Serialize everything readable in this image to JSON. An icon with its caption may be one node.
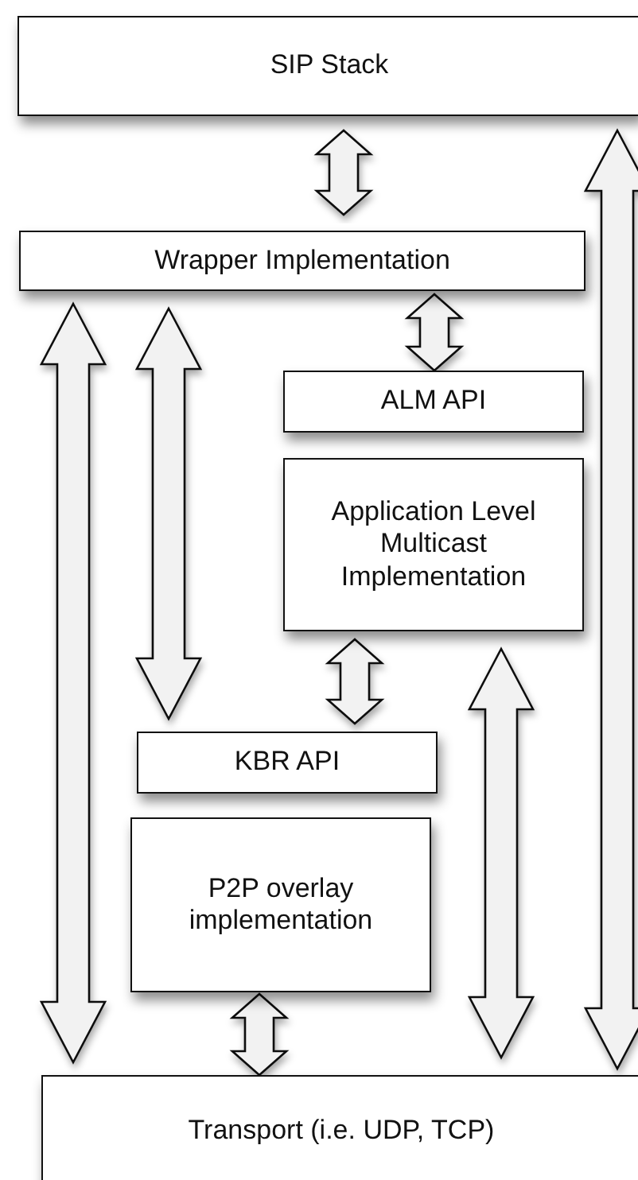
{
  "diagram": {
    "nodes": [
      {
        "text": [
          "SIP Stack"
        ]
      },
      {
        "text": [
          "Wrapper Implementation"
        ]
      },
      {
        "text": [
          "ALM API"
        ]
      },
      {
        "text": [
          "Application Level Multicast Implementation"
        ]
      },
      {
        "text": [
          "KBR API"
        ]
      },
      {
        "text": [
          "P2P overlay implementation"
        ]
      },
      {
        "text": [
          "Transport (i.e. UDP, TCP)"
        ]
      }
    ],
    "edges": [
      {
        "from": 0,
        "to": 1,
        "arrow": "both"
      },
      {
        "from": 1,
        "to": 2,
        "arrow": "both"
      },
      {
        "from": 1,
        "to": 4,
        "arrow": "both"
      },
      {
        "from": 1,
        "to": 6,
        "arrow": "both"
      },
      {
        "from": 3,
        "to": 4,
        "arrow": "both"
      },
      {
        "from": 3,
        "to": 6,
        "arrow": "both"
      },
      {
        "from": 5,
        "to": 6,
        "arrow": "both"
      },
      {
        "from": 0,
        "to": 6,
        "arrow": "both"
      }
    ]
  }
}
